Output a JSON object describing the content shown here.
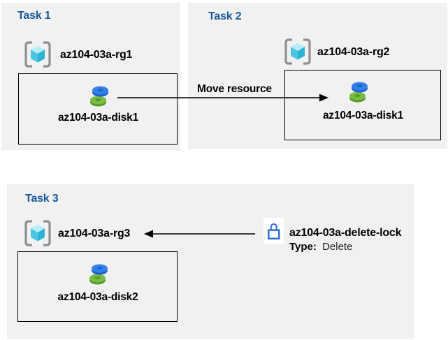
{
  "diagram": {
    "panels": [
      {
        "title": "Task 1",
        "rg_label": "az104-03a-rg1",
        "disk_label": "az104-03a-disk1"
      },
      {
        "title": "Task 2",
        "rg_label": "az104-03a-rg2",
        "disk_label": "az104-03a-disk1"
      },
      {
        "title": "Task 3",
        "rg_label": "az104-03a-rg3",
        "disk_label": "az104-03a-disk2"
      }
    ],
    "move_arrow_label": "Move resource",
    "lock": {
      "name": "az104-03a-delete-lock",
      "type_label": "Type:",
      "type_value": "Delete"
    },
    "colors": {
      "panel_bg": "#f1f1f1",
      "title_blue": "#1a5796",
      "lock_blue": "#2b6bd6",
      "arrow_black": "#000000",
      "disk_blue_top": "#3181e8",
      "disk_blue_side": "#1d60c9",
      "disk_green_top": "#76bd44",
      "disk_green_side": "#55992a",
      "cube_top": "#b6eef7",
      "cube_left": "#4cc6e0",
      "cube_right": "#2db3d6",
      "bracket_gray": "#8f8f8f"
    }
  }
}
